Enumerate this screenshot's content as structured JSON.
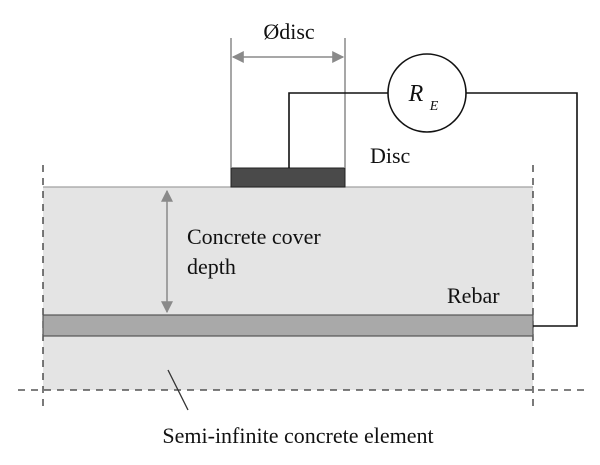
{
  "labels": {
    "disc_diameter": "Ødisc",
    "resistor_symbol": "R",
    "resistor_subscript": "E",
    "disc": "Disc",
    "cover_depth_line1": "Concrete cover",
    "cover_depth_line2": "depth",
    "rebar": "Rebar",
    "element": "Semi-infinite concrete element"
  },
  "colors": {
    "concrete": "#e4e4e4",
    "rebar": "#a9a9a9",
    "disc": "#4a4a4a",
    "line": "#111111",
    "dimension": "#8a8a8a"
  }
}
